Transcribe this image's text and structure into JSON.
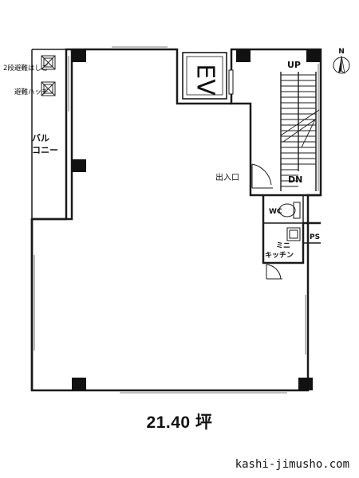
{
  "labels": {
    "evac_ladder": "2段避難はしご",
    "evac_hatch": "避難ハッチ",
    "balcony_1": "バル",
    "balcony_2": "コニー",
    "elevator": "EV",
    "stairs_up": "UP",
    "stairs_down": "DN",
    "entrance": "出入口",
    "wc": "WC",
    "ps": "PS",
    "kitchen_1": "ミニ",
    "kitchen_2": "キッチン",
    "north": "N"
  },
  "area": "21.40 坪",
  "website": "kashi-jimusho.com",
  "colors": {
    "wall": "#1a1a1a",
    "column": "#111111"
  }
}
